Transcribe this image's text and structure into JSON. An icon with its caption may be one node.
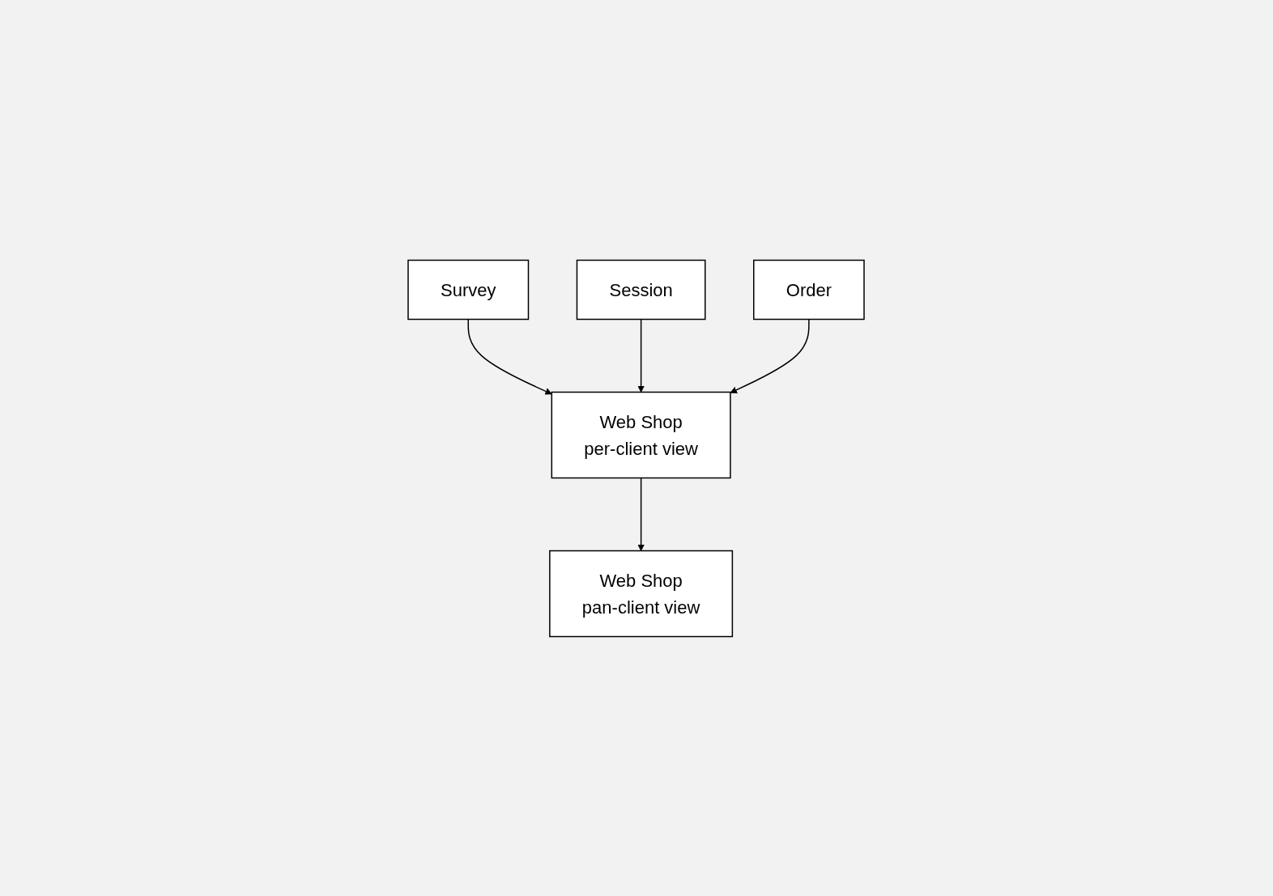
{
  "diagram": {
    "nodes": [
      {
        "text": [
          "Survey"
        ]
      },
      {
        "text": [
          "Session"
        ]
      },
      {
        "text": [
          "Order"
        ]
      },
      {
        "text": [
          "Web Shop",
          "per-client view"
        ]
      },
      {
        "text": [
          "Web Shop",
          "pan-client view"
        ]
      }
    ],
    "edges": [
      {
        "from": 0,
        "to": 3,
        "arrow": "to"
      },
      {
        "from": 1,
        "to": 3,
        "arrow": "to"
      },
      {
        "from": 2,
        "to": 3,
        "arrow": "to"
      },
      {
        "from": 3,
        "to": 4,
        "arrow": "to"
      }
    ]
  }
}
